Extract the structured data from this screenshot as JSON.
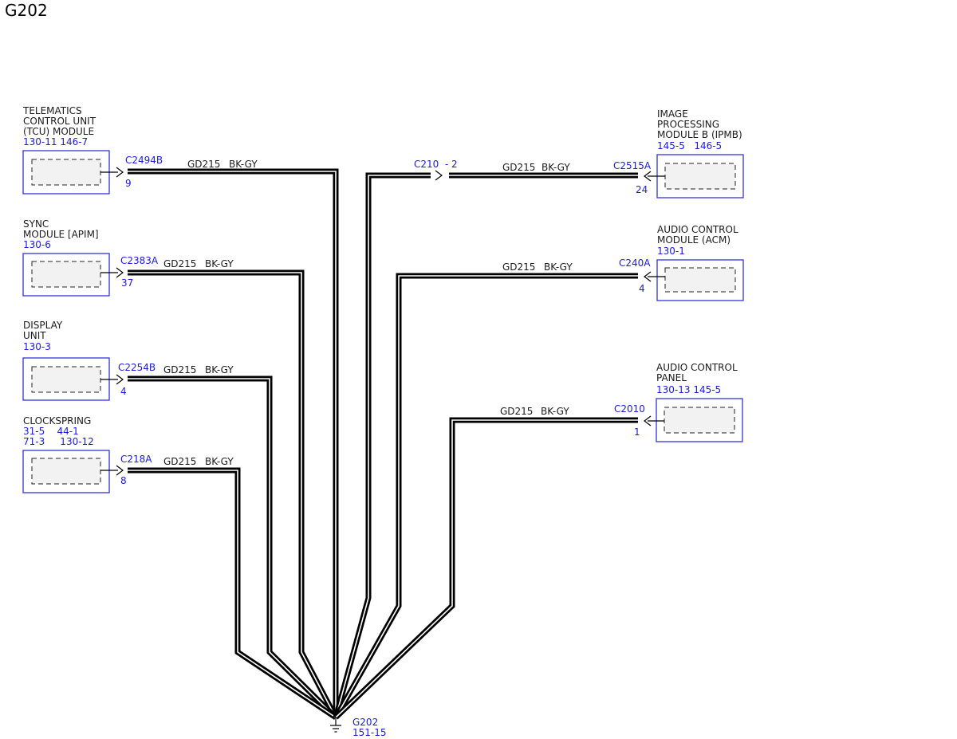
{
  "page_title": "G202",
  "ground": {
    "name": "G202",
    "ref": "151-15"
  },
  "modules": {
    "tcu": {
      "lines": [
        "TELEMATICS",
        "CONTROL UNIT",
        "(TCU) MODULE"
      ],
      "refs": "130-11 146-7",
      "connector": "C2494B",
      "pin": "9",
      "circuit": "GD215",
      "color": "BK-GY"
    },
    "sync": {
      "lines": [
        "SYNC",
        "MODULE [APIM]"
      ],
      "refs": "130-6",
      "connector": "C2383A",
      "pin": "37",
      "circuit": "GD215",
      "color": "BK-GY"
    },
    "display": {
      "lines": [
        "DISPLAY",
        "UNIT"
      ],
      "refs": "130-3",
      "connector": "C2254B",
      "pin": "4",
      "circuit": "GD215",
      "color": "BK-GY"
    },
    "clockspring": {
      "lines": [
        "CLOCKSPRING"
      ],
      "refs_line1": "31-5    44-1",
      "refs_line2": "71-3     130-12",
      "connector": "C218A",
      "pin": "8",
      "circuit": "GD215",
      "color": "BK-GY"
    },
    "ipmb": {
      "lines": [
        "IMAGE",
        "PROCESSING",
        "MODULE B (IPMB)"
      ],
      "refs": "145-5   146-5",
      "connector": "C2515A",
      "pin": "24",
      "inline_connector": "C210  - 2",
      "circuit": "GD215",
      "color": "BK-GY"
    },
    "acm": {
      "lines": [
        "AUDIO CONTROL",
        "MODULE (ACM)"
      ],
      "refs": "130-1",
      "connector": "C240A",
      "pin": "4",
      "circuit": "GD215",
      "color": "BK-GY"
    },
    "acp": {
      "lines": [
        "AUDIO CONTROL",
        "PANEL"
      ],
      "refs": "130-13 145-5",
      "connector": "C2010",
      "pin": "1",
      "circuit": "GD215",
      "color": "BK-GY"
    }
  },
  "colors": {
    "module_border": "#3333dd",
    "reference_text": "#1a1ae6",
    "wire": "#000000"
  }
}
